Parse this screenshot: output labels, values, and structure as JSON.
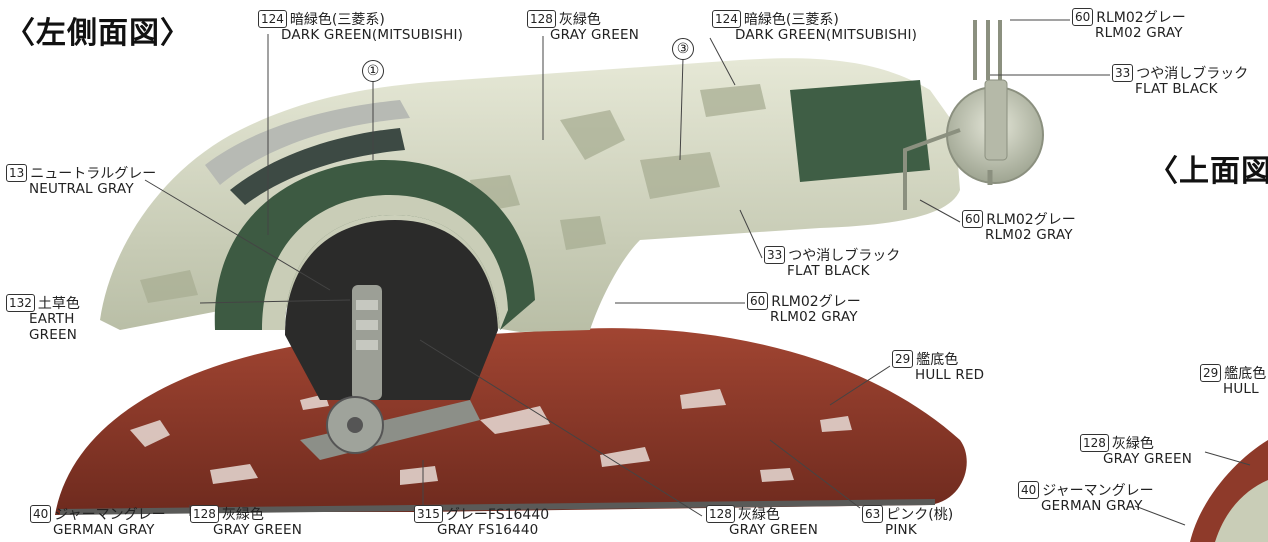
{
  "headings": {
    "left_view": "〈左側面図〉",
    "top_view": "〈上面図"
  },
  "markers": [
    "①",
    "③"
  ],
  "callouts": [
    {
      "id": "c124a",
      "code": "124",
      "jp": "暗緑色(三菱系)",
      "en": "DARK GREEN(MITSUBISHI)"
    },
    {
      "id": "c128a",
      "code": "128",
      "jp": "灰緑色",
      "en": "GRAY GREEN"
    },
    {
      "id": "c124b",
      "code": "124",
      "jp": "暗緑色(三菱系)",
      "en": "DARK GREEN(MITSUBISHI)"
    },
    {
      "id": "c60a",
      "code": "60",
      "jp": "RLM02グレー",
      "en": "RLM02 GRAY"
    },
    {
      "id": "c33a",
      "code": "33",
      "jp": "つや消しブラック",
      "en": "FLAT BLACK"
    },
    {
      "id": "c13",
      "code": "13",
      "jp": "ニュートラルグレー",
      "en": "NEUTRAL GRAY"
    },
    {
      "id": "c60b",
      "code": "60",
      "jp": "RLM02グレー",
      "en": "RLM02 GRAY"
    },
    {
      "id": "c33b",
      "code": "33",
      "jp": "つや消しブラック",
      "en": "FLAT BLACK"
    },
    {
      "id": "c132",
      "code": "132",
      "jp": "土草色",
      "en": "EARTH",
      "en2": "GREEN"
    },
    {
      "id": "c60c",
      "code": "60",
      "jp": "RLM02グレー",
      "en": "RLM02 GRAY"
    },
    {
      "id": "c29a",
      "code": "29",
      "jp": "艦底色",
      "en": "HULL RED"
    },
    {
      "id": "c29b",
      "code": "29",
      "jp": "艦底色",
      "en": "HULL"
    },
    {
      "id": "c128b",
      "code": "128",
      "jp": "灰緑色",
      "en": "GRAY GREEN"
    },
    {
      "id": "c40a",
      "code": "40",
      "jp": "ジャーマングレー",
      "en": "GERMAN GRAY"
    },
    {
      "id": "c40b",
      "code": "40",
      "jp": "ジャーマングレー",
      "en": "GERMAN GRAY"
    },
    {
      "id": "c128c",
      "code": "128",
      "jp": "灰緑色",
      "en": "GRAY GREEN"
    },
    {
      "id": "c315",
      "code": "315",
      "jp": "グレーFS16440",
      "en": "GRAY FS16440"
    },
    {
      "id": "c128d",
      "code": "128",
      "jp": "灰緑色",
      "en": "GRAY GREEN"
    },
    {
      "id": "c63",
      "code": "63",
      "jp": "ピンク(桃)",
      "en": "PINK"
    }
  ],
  "colors": {
    "body_light": "#dde0cc",
    "body_mid": "#c6cbb4",
    "dark_green": "#3d5a42",
    "hull_red": "#8e3a2a",
    "interior": "#2e2e2e",
    "leader": "#444444"
  }
}
